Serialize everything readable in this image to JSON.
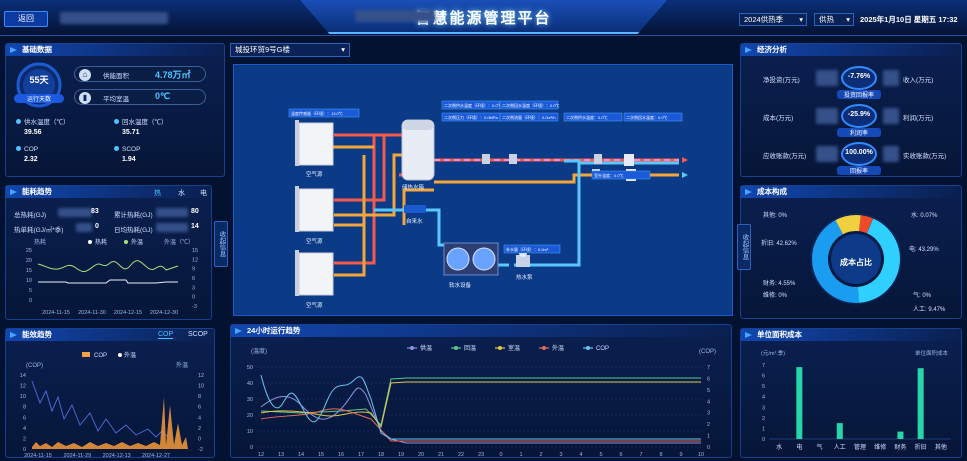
{
  "header": {
    "back_label": "返回",
    "title": "智慧能源管理平台",
    "season": "2024供热季",
    "mode": "供热",
    "datetime": "2025年1月10日 星期五 17:32"
  },
  "overview": {
    "title": "基础数据",
    "days": "55天",
    "days_label": "运行天数",
    "area_label": "供能面积",
    "area_value": "4.78万㎡",
    "indoor_label": "平均室温",
    "indoor_value": "0℃",
    "metrics": [
      {
        "label": "供水温度（℃）",
        "value": "39.56"
      },
      {
        "label": "回水温度（℃）",
        "value": "35.71"
      },
      {
        "label": "COP",
        "value": "2.32"
      },
      {
        "label": "SCOP",
        "value": "1.94"
      }
    ]
  },
  "energy": {
    "title": "能耗趋势",
    "tabs": [
      "热",
      "水",
      "电"
    ],
    "rows": [
      {
        "label": "总热耗(GJ)",
        "value": "83"
      },
      {
        "label": "累计热耗(GJ)",
        "value": "80"
      },
      {
        "label": "热单耗(GJ/㎡*季)",
        "value": "0"
      },
      {
        "label": "日均热耗(GJ)",
        "value": "14"
      }
    ],
    "side_label": "收起信息",
    "y_left_label": "热耗",
    "y_right_label": "外温（℃）",
    "legend": [
      "热耗",
      "外温"
    ],
    "y_left_ticks": [
      "25",
      "20",
      "15",
      "10",
      "5",
      "0"
    ],
    "y_right_ticks": [
      "15",
      "12",
      "9",
      "6",
      "3",
      "0",
      "-3"
    ],
    "x_ticks": [
      "2024-11-15",
      "2024-11-30",
      "2024-12-15",
      "2024-12-30"
    ]
  },
  "cop_panel": {
    "title": "能效趋势",
    "tabs": [
      "COP",
      "SCOP"
    ],
    "legend": [
      "COP",
      "外温"
    ],
    "y_left_label": "(COP)",
    "y_right_label": "外温",
    "y_left_ticks": [
      "14",
      "12",
      "10",
      "8",
      "6",
      "4",
      "2",
      "0"
    ],
    "y_right_ticks": [
      "12",
      "10",
      "8",
      "6",
      "4",
      "2",
      "0",
      "-2"
    ],
    "x_ticks": [
      "2024-11-15",
      "2024-11-29",
      "2024-12-13",
      "2024-12-27"
    ]
  },
  "diagram": {
    "building": "城投环贸9号G楼",
    "labels": {
      "ac1": "空气源",
      "ac2": "空气源",
      "ac3": "空气源",
      "tank": "储热水箱",
      "tap": "自来水",
      "pump": "热水泵",
      "softener": "软水设备",
      "tags": [
        "温度传感器（环境）：13.0℃",
        "二次侧供水温度（环境）：0.0℃",
        "二次侧回水温度（环境）：0.0℃",
        "二次侧压力（环境）：0.0MPa",
        "二次侧流量（环境）：0.0m³/h",
        "二次侧供水温度：0.0℃",
        "二次侧回水温度：0.0℃",
        "室外温度：0.0℃",
        "补水量（环境）：0.0m³"
      ]
    }
  },
  "trend24": {
    "title": "24小时运行趋势",
    "y_left_label": "(温度)",
    "y_right_label": "(COP)",
    "legend": [
      "供温",
      "回温",
      "室温",
      "外温",
      "COP"
    ],
    "y_left_ticks": [
      "50",
      "40",
      "30",
      "20",
      "10",
      "0"
    ],
    "y_right_ticks": [
      "7",
      "6",
      "5",
      "4",
      "3",
      "2",
      "1",
      "0"
    ],
    "x_ticks": [
      "12",
      "13",
      "14",
      "15",
      "16",
      "17",
      "18",
      "19",
      "20",
      "21",
      "22",
      "23",
      "0",
      "1",
      "2",
      "3",
      "4",
      "5",
      "6",
      "7",
      "8",
      "9",
      "10"
    ]
  },
  "economic": {
    "title": "经济分析",
    "rows": [
      {
        "label": "净投资(万元)",
        "badge": "-7.76%",
        "badge_label": "投资回报率",
        "right_label": "收入(万元)"
      },
      {
        "label": "成本(万元)",
        "badge": "-25.9%",
        "badge_label": "利润率",
        "right_label": "利润(万元)"
      },
      {
        "label": "应收账款(万元)",
        "badge": "100.00%",
        "badge_label": "回报率",
        "right_label": "实收账款(万元)"
      }
    ]
  },
  "cost": {
    "title": "成本构成",
    "center": "成本占比",
    "side_label": "收起信息",
    "labels": [
      {
        "text": "其他: 0%"
      },
      {
        "text": "水: 0.07%"
      },
      {
        "text": "折旧: 42.62%"
      },
      {
        "text": "电: 43.29%"
      },
      {
        "text": "财务: 4.55%"
      },
      {
        "text": "维修: 0%"
      },
      {
        "text": "气: 0%"
      },
      {
        "text": "人工: 9.47%"
      }
    ]
  },
  "unit_cost": {
    "title": "单位面积成本",
    "y_label": "(元/m².季)",
    "note": "单位面积成本",
    "y_ticks": [
      "7",
      "6",
      "5",
      "4",
      "3",
      "2",
      "1",
      "0"
    ],
    "categories": [
      "水",
      "电",
      "气",
      "人工",
      "管理",
      "维修",
      "财务",
      "折旧",
      "其他"
    ],
    "values": [
      0,
      6.8,
      0,
      1.5,
      0,
      0,
      0.7,
      6.7,
      0
    ]
  }
}
